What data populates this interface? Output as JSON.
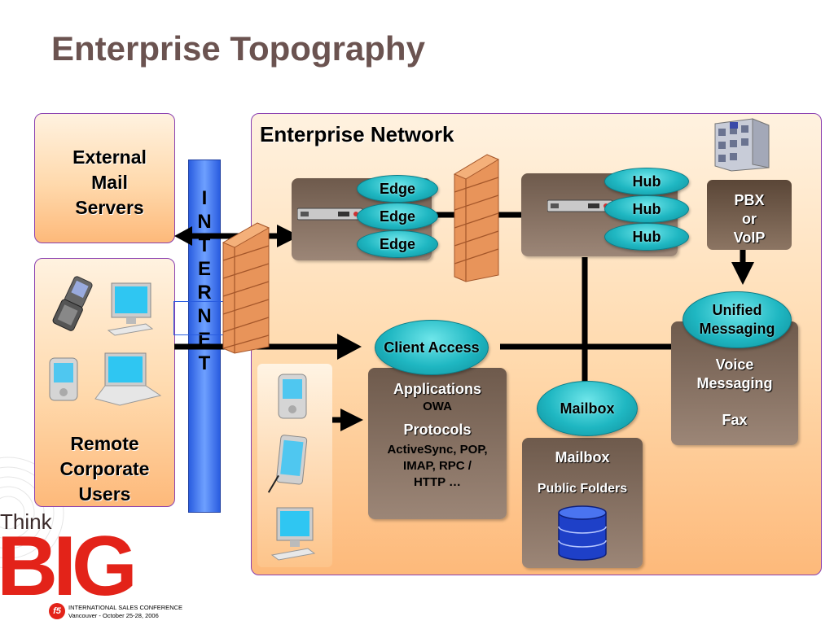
{
  "slide_title": "Enterprise Topography",
  "external_mail": {
    "line1": "External",
    "line2": "Mail",
    "line3": "Servers"
  },
  "remote_users": {
    "line1": "Remote",
    "line2": "Corporate",
    "line3": "Users"
  },
  "internet_letters": [
    "I",
    "N",
    "T",
    "E",
    "R",
    "N",
    "E",
    "T"
  ],
  "enterprise_network_label": "Enterprise Network",
  "edge_servers": [
    "Edge",
    "Edge",
    "Edge"
  ],
  "hub_servers": [
    "Hub",
    "Hub",
    "Hub"
  ],
  "pbx": {
    "line1": "PBX",
    "line2": "or",
    "line3": "VoIP"
  },
  "unified_messaging": {
    "line1": "Unified",
    "line2": "Messaging"
  },
  "um_box": {
    "voice1": "Voice",
    "voice2": "Messaging",
    "fax": "Fax"
  },
  "client_access": "Client Access",
  "cas_box": {
    "applications": "Applications",
    "owa": "OWA",
    "protocols": "Protocols",
    "protocol_list1": "ActiveSync, POP,",
    "protocol_list2": "IMAP, RPC /",
    "protocol_list3": "HTTP …"
  },
  "mailbox_pill": "Mailbox",
  "mailbox_box": {
    "title": "Mailbox",
    "public_folders": "Public Folders"
  },
  "logo": {
    "think": "Think",
    "big": "BIG",
    "conference1": "INTERNATIONAL SALES CONFERENCE",
    "conference2": "Vancouver - October 25-28, 2006",
    "f5": "f5"
  },
  "colors": {
    "title": "#6b5350",
    "panel_border": "#8a3fb0",
    "pill_teal": "#1fb7c2",
    "internet_blue": "#2a5de0",
    "logo_red": "#e32319"
  }
}
